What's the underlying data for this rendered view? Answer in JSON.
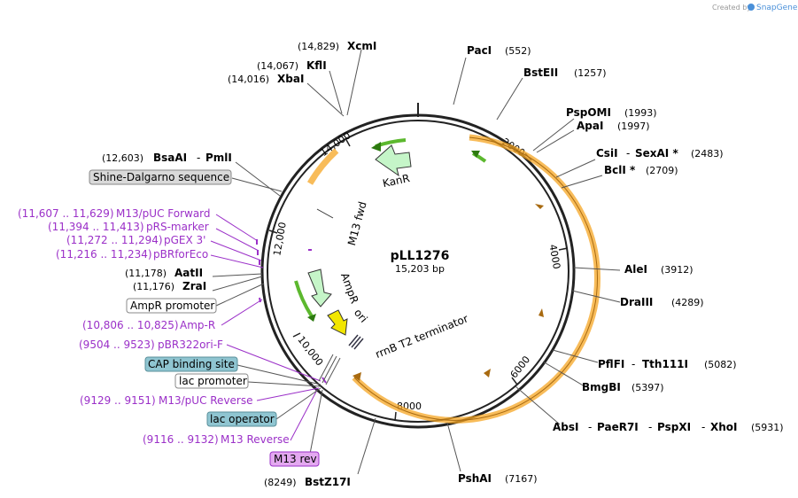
{
  "credit": "Created by",
  "credit_brand": "SnapGene",
  "plasmid": {
    "name": "pLL1276",
    "size": "15,203 bp"
  },
  "ticks": [
    "2000",
    "4000",
    "6000",
    "8000",
    "10,000",
    "12,000",
    "14,000"
  ],
  "sites_right": [
    {
      "name": "PacI",
      "pos": "(552)"
    },
    {
      "name": "BstEII",
      "pos": "(1257)"
    },
    {
      "name": "PspOMI",
      "pos": "(1993)"
    },
    {
      "name": "ApaI",
      "pos": "(1997)"
    },
    {
      "name": "CsiI",
      "name2": "SexAI *",
      "pos": "(2483)"
    },
    {
      "name": "BclI *",
      "pos": "(2709)"
    },
    {
      "name": "AleI",
      "pos": "(3912)"
    },
    {
      "name": "DraIII",
      "pos": "(4289)"
    },
    {
      "name": "PflFI",
      "name2": "Tth111I",
      "pos": "(5082)"
    },
    {
      "name": "BmgBI",
      "pos": "(5397)"
    },
    {
      "name": "AbsI",
      "name2": "PaeR7I",
      "name3": "PspXI",
      "name4": "XhoI",
      "pos": "(5931)"
    },
    {
      "name": "PshAI",
      "pos": "(7167)"
    }
  ],
  "sites_left": [
    {
      "name": "XcmI",
      "pos": "(14,829)"
    },
    {
      "name": "KflI",
      "pos": "(14,067)"
    },
    {
      "name": "XbaI",
      "pos": "(14,016)"
    },
    {
      "name": "BsaAI",
      "name2": "PmlI",
      "pos": "(12,603)"
    },
    {
      "name": "AatII",
      "pos": "(11,178)"
    },
    {
      "name": "ZraI",
      "pos": "(11,176)"
    },
    {
      "name": "BstZ17I",
      "pos": "(8249)"
    }
  ],
  "primers": [
    {
      "pos": "(11,607 .. 11,629)",
      "name": "M13/pUC Forward"
    },
    {
      "pos": "(11,394 .. 11,413)",
      "name": "pRS-marker"
    },
    {
      "pos": "(11,272 .. 11,294)",
      "name": "pGEX 3'"
    },
    {
      "pos": "(11,216 .. 11,234)",
      "name": "pBRforEco"
    },
    {
      "pos": "(10,806 .. 10,825)",
      "name": "Amp-R"
    },
    {
      "pos": "(9504 .. 9523)",
      "name": "pBR322ori-F"
    },
    {
      "pos": "(9129 .. 9151)",
      "name": "M13/pUC Reverse"
    },
    {
      "pos": "(9116 .. 9132)",
      "name": "M13 Reverse"
    }
  ],
  "boxed_features": [
    {
      "name": "Shine-Dalgarno sequence",
      "color": "#d9d9d9"
    },
    {
      "name": "AmpR promoter",
      "color": "#ffffff"
    },
    {
      "name": "CAP binding site",
      "color": "#8fc5d1"
    },
    {
      "name": "lac promoter",
      "color": "#ffffff"
    },
    {
      "name": "lac operator",
      "color": "#8fc5d1"
    },
    {
      "name": "M13 rev",
      "color": "#e3a8f0"
    }
  ],
  "inner_features": {
    "kanr": "KanR",
    "m13fwd": "M13 fwd",
    "ampr": "AmpR",
    "ori": "ori",
    "rrnb": "rrnB T2 terminator"
  },
  "colors": {
    "backbone": "#222222",
    "orange": "#f5a623",
    "green": "#5cb82e",
    "ori_yellow": "#f2e600",
    "primer": "#9b30c8",
    "kanr_arrow": "#c5f5c8",
    "lac_box": "#8fc5d1",
    "m13rev_box": "#e3a8f0"
  }
}
